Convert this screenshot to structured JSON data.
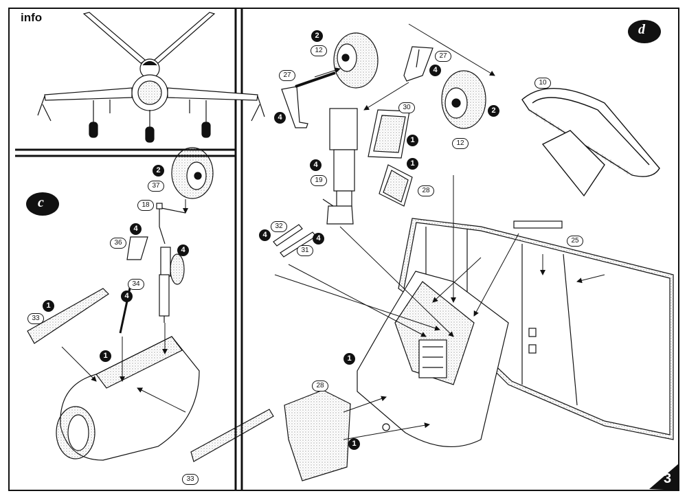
{
  "info_label": "info",
  "page_number": "3",
  "section_c": {
    "badge": "c"
  },
  "section_d": {
    "badge": "d"
  },
  "callouts": {
    "c_2": "2",
    "c_37": "37",
    "c_18": "18",
    "c_36": "36",
    "c_4a": "4",
    "c_4b": "4",
    "c_4c": "4",
    "c_34": "34",
    "c_1a": "1",
    "c_33a": "33",
    "c_1b": "1",
    "c_33b": "33",
    "d_2a": "2",
    "d_12a": "12",
    "d_27a": "27",
    "d_4a": "4",
    "d_27b": "27",
    "d_4b": "4",
    "d_2b": "2",
    "d_12b": "12",
    "d_30": "30",
    "d_1a": "1",
    "d_1b": "1",
    "d_4c": "4",
    "d_19": "19",
    "d_28a": "28",
    "d_10": "10",
    "d_32": "32",
    "d_4d": "4",
    "d_4e": "4",
    "d_31": "31",
    "d_25": "25",
    "d_1c": "1",
    "d_28b": "28",
    "d_1d": "1"
  },
  "colors": {
    "ink": "#111111",
    "paper": "#ffffff",
    "stipple": "#8a8a8a"
  }
}
